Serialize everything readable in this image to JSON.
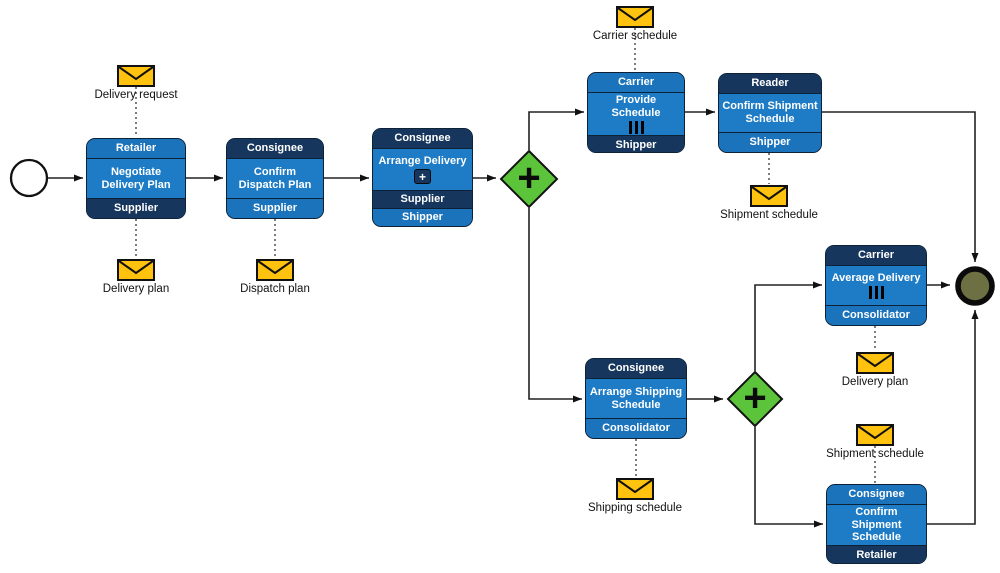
{
  "diagram_type": "BPMN supply-chain process",
  "colors": {
    "task_blue": "#1B73BB",
    "task_body_blue": "#1E7CC6",
    "task_dark_navy": "#17365D",
    "border_dark": "#0D2137",
    "gateway_green": "#5CC43A",
    "gateway_border": "#121212",
    "end_event_fill": "#6C7042",
    "line_black": "#1A1A1A",
    "envelope_yellow": "#FFC20E",
    "label_text": "#111111",
    "task_text": "#FFFFFF"
  },
  "tasks": [
    {
      "header": "Retailer",
      "name": "Negotiate Delivery Plan",
      "footer": "Supplier"
    },
    {
      "header": "Consignee",
      "name": "Confirm Dispatch Plan",
      "footer": "Supplier"
    },
    {
      "header": "Consignee",
      "name": "Arrange Delivery",
      "bands": [
        "Supplier",
        "Shipper"
      ],
      "marker": "subprocess-plus"
    },
    {
      "header": "Carrier",
      "name": "Provide Schedule",
      "footer": "Shipper",
      "marker": "multi-instance"
    },
    {
      "header": "Reader",
      "name": "Confirm Shipment Schedule",
      "footer": "Shipper"
    },
    {
      "header": "Consignee",
      "name": "Arrange Shipping Schedule",
      "footer": "Consolidator"
    },
    {
      "header": "Carrier",
      "name": "Average Delivery",
      "footer": "Consolidator",
      "marker": "multi-instance"
    },
    {
      "header": "Consignee",
      "name": "Confirm Shipment Schedule",
      "footer": "Retailer"
    }
  ],
  "gateways": [
    {
      "type": "parallel",
      "symbol": "+"
    },
    {
      "type": "parallel",
      "symbol": "+"
    }
  ],
  "events": [
    {
      "type": "start"
    },
    {
      "type": "end"
    }
  ],
  "messages": [
    {
      "label": "Delivery request"
    },
    {
      "label": "Delivery plan"
    },
    {
      "label": "Dispatch plan"
    },
    {
      "label": "Carrier schedule"
    },
    {
      "label": "Shipment schedule"
    },
    {
      "label": "Shipping schedule"
    },
    {
      "label": "Delivery plan"
    },
    {
      "label": "Shipment schedule"
    }
  ],
  "marker_symbols": {
    "subprocess": "+"
  }
}
